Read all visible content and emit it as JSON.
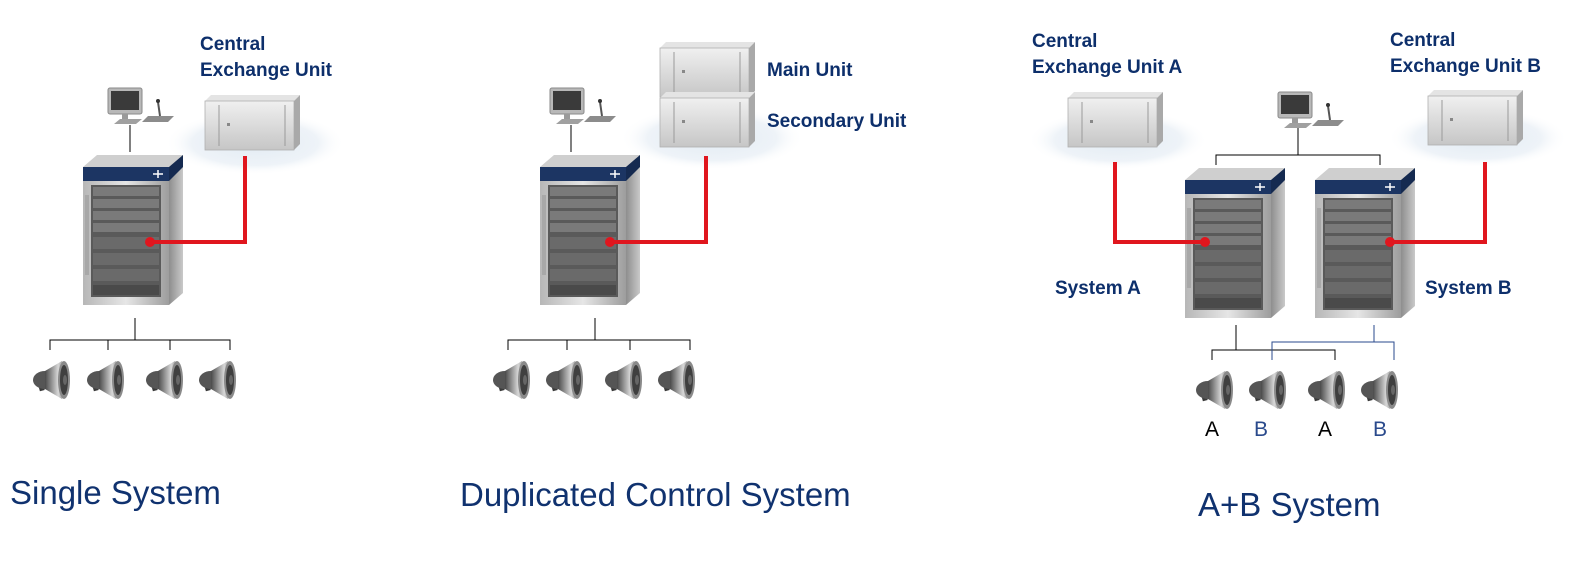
{
  "colors": {
    "label": "#0d2f6b",
    "caption": "#10326f",
    "signal_line": "#e0161e",
    "rack_band": "#1c3563",
    "b_line": "#2a4a8c"
  },
  "single": {
    "unit_label_line1": "Central",
    "unit_label_line2": "Exchange Unit",
    "caption": "Single System"
  },
  "duplicated": {
    "main_unit_label": "Main Unit",
    "secondary_unit_label": "Secondary Unit",
    "caption": "Duplicated Control System"
  },
  "ab": {
    "unit_a_line1": "Central",
    "unit_a_line2": "Exchange Unit A",
    "unit_b_line1": "Central",
    "unit_b_line2": "Exchange Unit B",
    "system_a_label": "System A",
    "system_b_label": "System B",
    "speaker_labels": [
      "A",
      "B",
      "A",
      "B"
    ],
    "caption": "A+B System"
  },
  "icons": [
    "monitor-microphone-icon",
    "exchange-unit-icon",
    "rack-cabinet-icon",
    "loudspeaker-icon"
  ]
}
